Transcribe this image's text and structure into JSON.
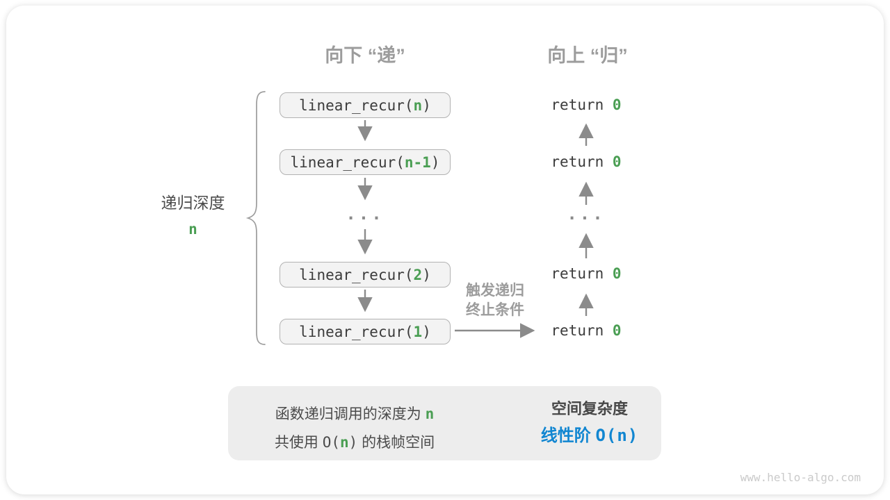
{
  "headers": {
    "down": "向下 “递”",
    "up": "向上 “归”"
  },
  "recursion_depth": {
    "label": "递归深度",
    "value": "n"
  },
  "calls": {
    "prefix": "linear_recur(",
    "suffix": ")",
    "args": [
      "n",
      "n-1",
      "2",
      "1"
    ],
    "ellipsis": "..."
  },
  "returns": {
    "keyword": "return ",
    "value": "0",
    "ellipsis": "..."
  },
  "base_case": {
    "line1": "触发递归",
    "line2": "终止条件"
  },
  "summary": {
    "line1_text": "函数递归调用的深度为 ",
    "line1_var": "n",
    "line2_pre": "共使用 ",
    "line2_o_open": "O(",
    "line2_var": "n",
    "line2_o_close": ")",
    "line2_post": " 的栈帧空间",
    "result_title": "空间复杂度",
    "result_label": "线性阶 ",
    "result_big_o": "O(n)"
  },
  "watermark": "www.hello-algo.com",
  "colors": {
    "green": "#4a9e53",
    "blue": "#1186d1",
    "arrow_gray": "#8b8b8b",
    "label_gray": "#9c9c9c",
    "code_text": "#3b3b3b",
    "box_fill": "#f3f3f3",
    "box_border": "#b2b2b2",
    "summary_fill": "#ededed",
    "block_arrow": "#c7c7c7",
    "watermark_gray": "#cacaca"
  }
}
